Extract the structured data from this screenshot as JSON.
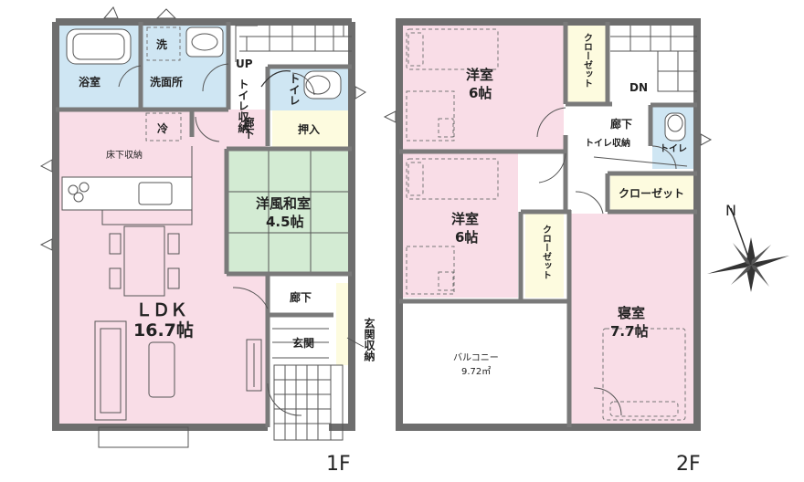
{
  "colors": {
    "pink": "#f9dde7",
    "blue": "#cfe6f3",
    "green": "#d3ebd3",
    "cream": "#fdfbdf",
    "white": "#ffffff",
    "wall": "#6e6e6e"
  },
  "floors": {
    "f1": {
      "label": "1F",
      "rooms": {
        "bath": "浴室",
        "washroom": "洗面所",
        "washer": "洗",
        "fridge": "冷",
        "up": "UP",
        "toilet": "トイレ",
        "toilet_storage": "トイレ収納",
        "hall_upper": "廊下",
        "closet_oshiire": "押入",
        "underfloor": "床下収納",
        "washitsu_name": "洋風和室",
        "washitsu_size": "4.5帖",
        "ldk_name": "ＬＤＫ",
        "ldk_size": "16.7帖",
        "hall_lower": "廊下",
        "entrance": "玄関",
        "entrance_storage": "玄関収納"
      }
    },
    "f2": {
      "label": "2F",
      "rooms": {
        "western1_name": "洋室",
        "western1_size": "6帖",
        "closet1": "クローゼット",
        "down": "DN",
        "hall": "廊下",
        "toilet_storage": "トイレ収納",
        "toilet": "トイレ",
        "western2_name": "洋室",
        "western2_size": "6帖",
        "closet2": "クローゼット",
        "closet3": "クローゼット",
        "balcony_name": "バルコニー",
        "balcony_size": "9.72㎡",
        "master_name": "寝室",
        "master_size": "7.7帖"
      }
    }
  },
  "compass": {
    "label": "N"
  }
}
